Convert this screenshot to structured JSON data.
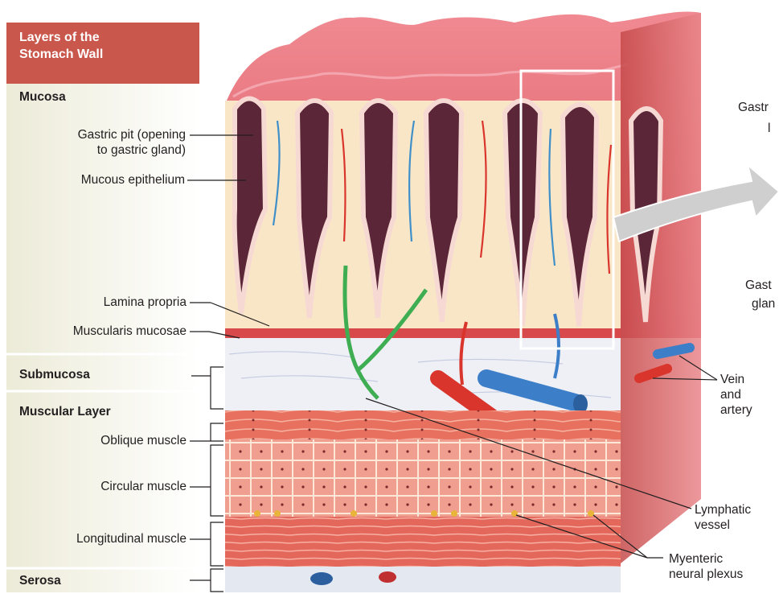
{
  "title": "Layers of the Stomach Wall",
  "layers": {
    "mucosa": "Mucosa",
    "submucosa": "Submucosa",
    "muscular": "Muscular Layer",
    "serosa": "Serosa"
  },
  "left_labels": {
    "gastric_pit": "Gastric pit (opening to gastric gland)",
    "gastric_pit_line1": "Gastric pit (opening",
    "gastric_pit_line2": "to gastric gland)",
    "mucous_epithelium": "Mucous epithelium",
    "lamina_propria": "Lamina propria",
    "muscularis_mucosae": "Muscularis mucosae",
    "oblique_muscle": "Oblique muscle",
    "circular_muscle": "Circular muscle",
    "longitudinal_muscle": "Longitudinal muscle"
  },
  "right_labels": {
    "gastric_cut1": "Gastr",
    "gastric_cut2": "l",
    "gastric_gland_cut1": "Gast",
    "gastric_gland_cut2": "glan",
    "vein_artery_1": "Vein",
    "vein_artery_2": "and",
    "vein_artery_3": "artery",
    "lymphatic_1": "Lymphatic",
    "lymphatic_2": "vessel",
    "myenteric_1": "Myenteric",
    "myenteric_2": "neural plexus"
  },
  "colors": {
    "title_bg": "#c9574b",
    "band_bg": "#eeeee0",
    "mucosa_surface": "#e46f7a",
    "submucosa": "#eef0f6",
    "muscle": "#e67565",
    "artery": "#d9352c",
    "vein": "#3c7ec8",
    "lymphatic": "#3fae52"
  }
}
